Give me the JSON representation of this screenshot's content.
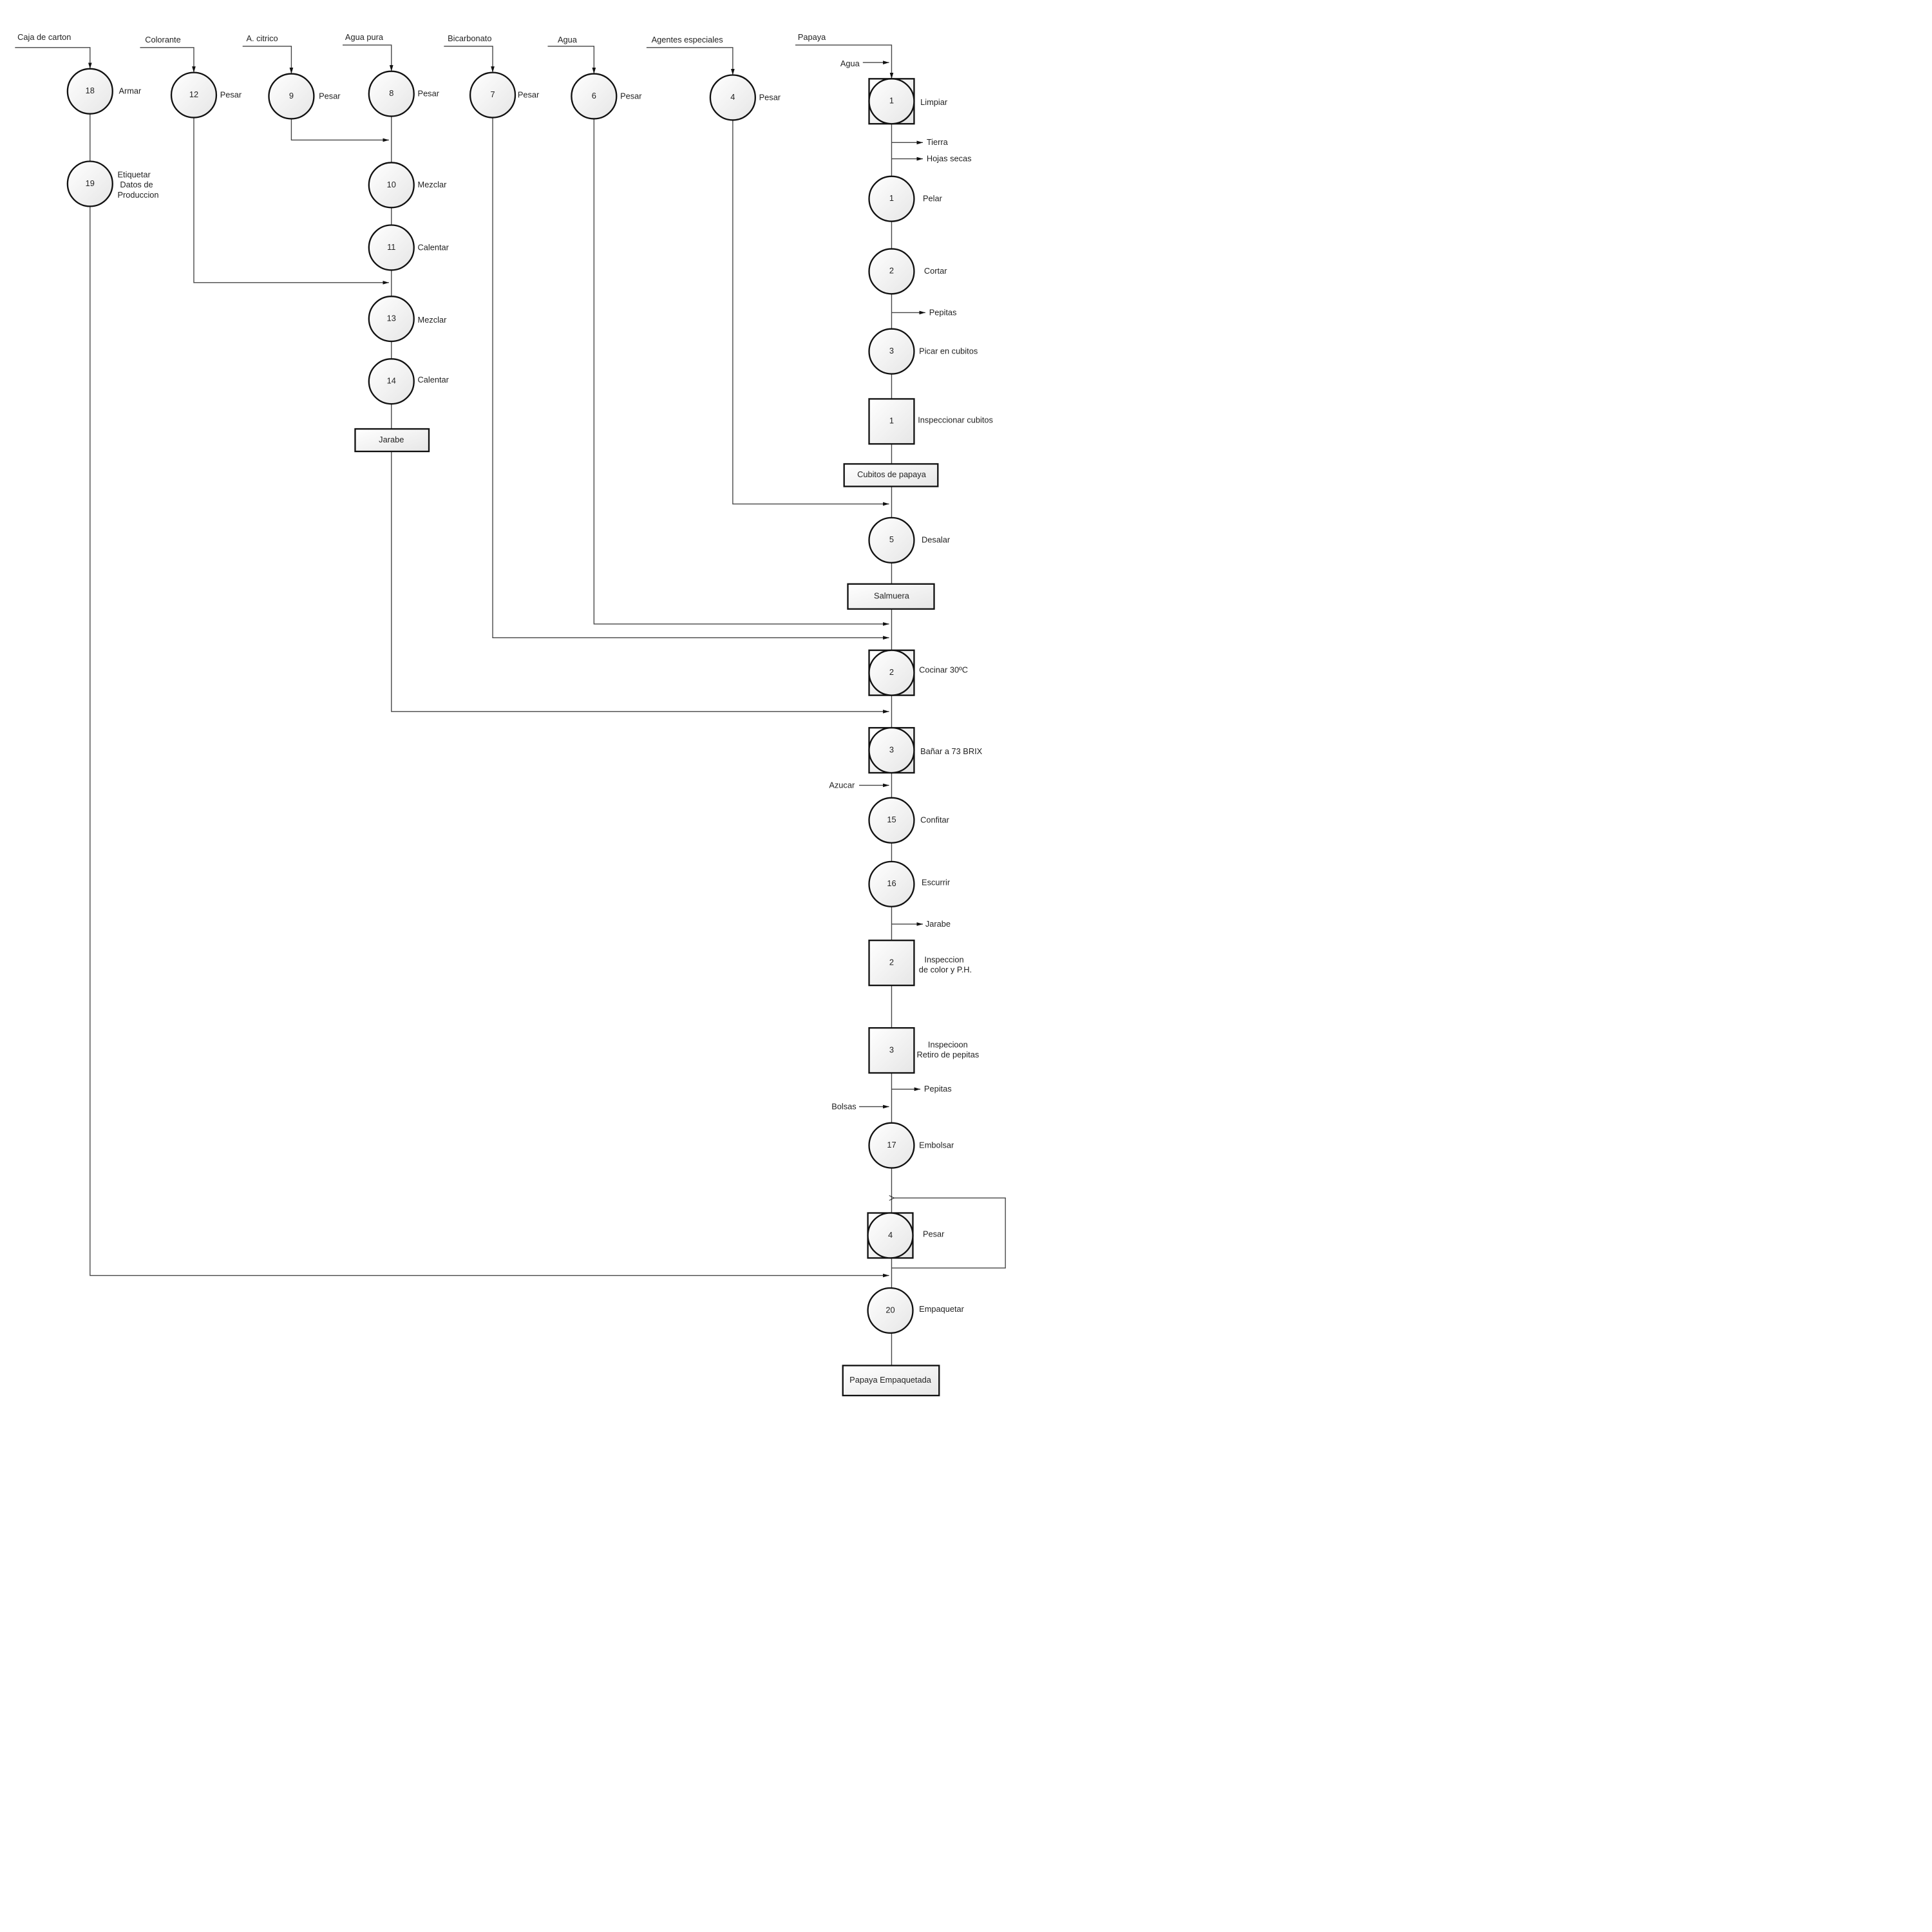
{
  "inputs": {
    "caja": "Caja de carton",
    "colorante": "Colorante",
    "citrico": "A. citrico",
    "agua_pura": "Agua pura",
    "bicarbonato": "Bicarbonato",
    "agua": "Agua",
    "agentes": "Agentes especiales",
    "papaya": "Papaya",
    "agua_limpiar": "Agua",
    "azucar": "Azucar",
    "bolsas": "Bolsas"
  },
  "outputs": {
    "tierra": "Tierra",
    "hojas": "Hojas secas",
    "pepitas1": "Pepitas",
    "jarabe_out": "Jarabe",
    "pepitas2": "Pepitas"
  },
  "ops": {
    "o18": {
      "num": "18",
      "label": "Armar"
    },
    "o19": {
      "num": "19",
      "label1": "Etiquetar",
      "label2": "Datos de",
      "label3": "Produccion"
    },
    "o12": {
      "num": "12",
      "label": "Pesar"
    },
    "o9": {
      "num": "9",
      "label": "Pesar"
    },
    "o8": {
      "num": "8",
      "label": "Pesar"
    },
    "o7": {
      "num": "7",
      "label": "Pesar"
    },
    "o6": {
      "num": "6",
      "label": "Pesar"
    },
    "o4": {
      "num": "4",
      "label": "Pesar"
    },
    "o10": {
      "num": "10",
      "label": "Mezclar"
    },
    "o11": {
      "num": "11",
      "label": "Calentar"
    },
    "o13": {
      "num": "13",
      "label": "Mezclar"
    },
    "o14": {
      "num": "14",
      "label": "Calentar"
    },
    "c1": {
      "num": "1",
      "label": "Limpiar"
    },
    "p1": {
      "num": "1",
      "label": "Pelar"
    },
    "p2": {
      "num": "2",
      "label": "Cortar"
    },
    "p3": {
      "num": "3",
      "label": "Picar en cubitos"
    },
    "i1": {
      "num": "1",
      "label": "Inspeccionar cubitos"
    },
    "p5": {
      "num": "5",
      "label": "Desalar"
    },
    "c2": {
      "num": "2",
      "label": "Cocinar 30ºC"
    },
    "c3": {
      "num": "3",
      "label": "Bañar a 73 BRIX"
    },
    "p15": {
      "num": "15",
      "label": "Confitar"
    },
    "p16": {
      "num": "16",
      "label": "Escurrir"
    },
    "i2": {
      "num": "2",
      "label1": "Inspeccion",
      "label2": "de color y P.H."
    },
    "i3": {
      "num": "3",
      "label1": "Inspecioon",
      "label2": "Retiro de pepitas"
    },
    "p17": {
      "num": "17",
      "label": "Embolsar"
    },
    "c4": {
      "num": "4",
      "label": "Pesar"
    },
    "p20": {
      "num": "20",
      "label": "Empaquetar"
    }
  },
  "products": {
    "jarabe": "Jarabe",
    "cubitos": "Cubitos de papaya",
    "salmuera": "Salmuera",
    "final": "Papaya Empaquetada"
  }
}
